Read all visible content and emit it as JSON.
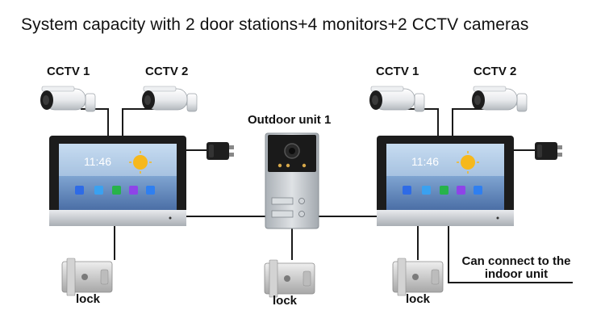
{
  "title": "System capacity with 2 door stations+4 monitors+2 CCTV cameras",
  "left_group": {
    "cam1": "CCTV 1",
    "cam2": "CCTV 2",
    "lock": "lock",
    "clock": "11:46"
  },
  "right_group": {
    "cam1": "CCTV 1",
    "cam2": "CCTV 2",
    "lock": "lock",
    "clock": "11:46"
  },
  "outdoor_unit": {
    "label": "Outdoor unit 1",
    "lock": "lock"
  },
  "note": {
    "line1": "Can connect to the",
    "line2": "indoor unit"
  },
  "colors": {
    "line": "#1a1a1a",
    "monitor_frame": "#1c1c1c",
    "screen_top": "#a8c8e8",
    "screen_bottom": "#5a82b8",
    "panel_silver": "#c9cdd2"
  },
  "icons": [
    "cctv-camera-icon",
    "power-adapter-icon",
    "door-lock-icon",
    "outdoor-panel-icon",
    "sun-icon"
  ]
}
